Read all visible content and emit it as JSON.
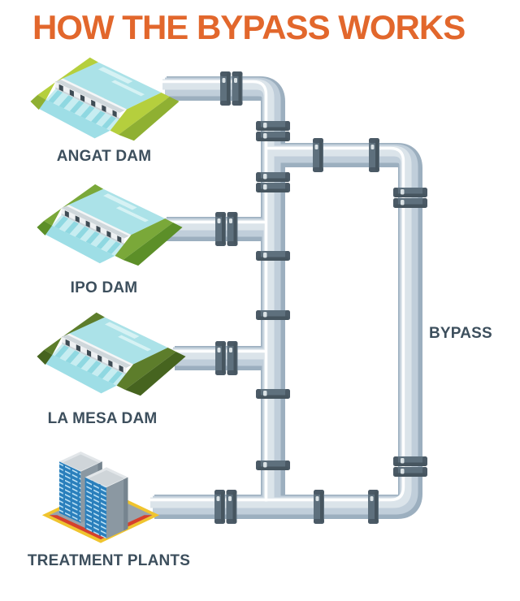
{
  "title": {
    "text": "HOW THE BYPASS WORKS"
  },
  "sources": [
    {
      "id": "angat-dam",
      "label": "ANGAT DAM"
    },
    {
      "id": "ipo-dam",
      "label": "IPO DAM"
    },
    {
      "id": "la-mesa-dam",
      "label": "LA MESA DAM"
    }
  ],
  "destination": {
    "id": "treatment-plants",
    "label": "TREATMENT PLANTS"
  },
  "bypass": {
    "label": "BYPASS"
  },
  "connections": [
    {
      "from": "ANGAT DAM",
      "to": "main pipeline"
    },
    {
      "from": "IPO DAM",
      "to": "main pipeline"
    },
    {
      "from": "LA MESA DAM",
      "to": "main pipeline"
    },
    {
      "from": "main pipeline",
      "to": "TREATMENT PLANTS"
    },
    {
      "from": "main pipeline",
      "to": "BYPASS line"
    },
    {
      "from": "BYPASS line",
      "to": "TREATMENT PLANTS"
    }
  ],
  "colors": {
    "title": "#e2672c",
    "label": "#3d4f5d",
    "pipe_body": "#b6c4cf",
    "pipe_shadow": "#9cafbf",
    "pipe_highlight": "#ffffff",
    "coupling": "#5e707d",
    "water": "#abe2e8",
    "angat_green": "#b5cf3d",
    "ipo_green": "#7aa839",
    "la_mesa_green": "#5d7d2b",
    "building_blue": "#2a7fbc",
    "platform_yellow": "#f0c42e",
    "platform_red": "#d6402c"
  }
}
